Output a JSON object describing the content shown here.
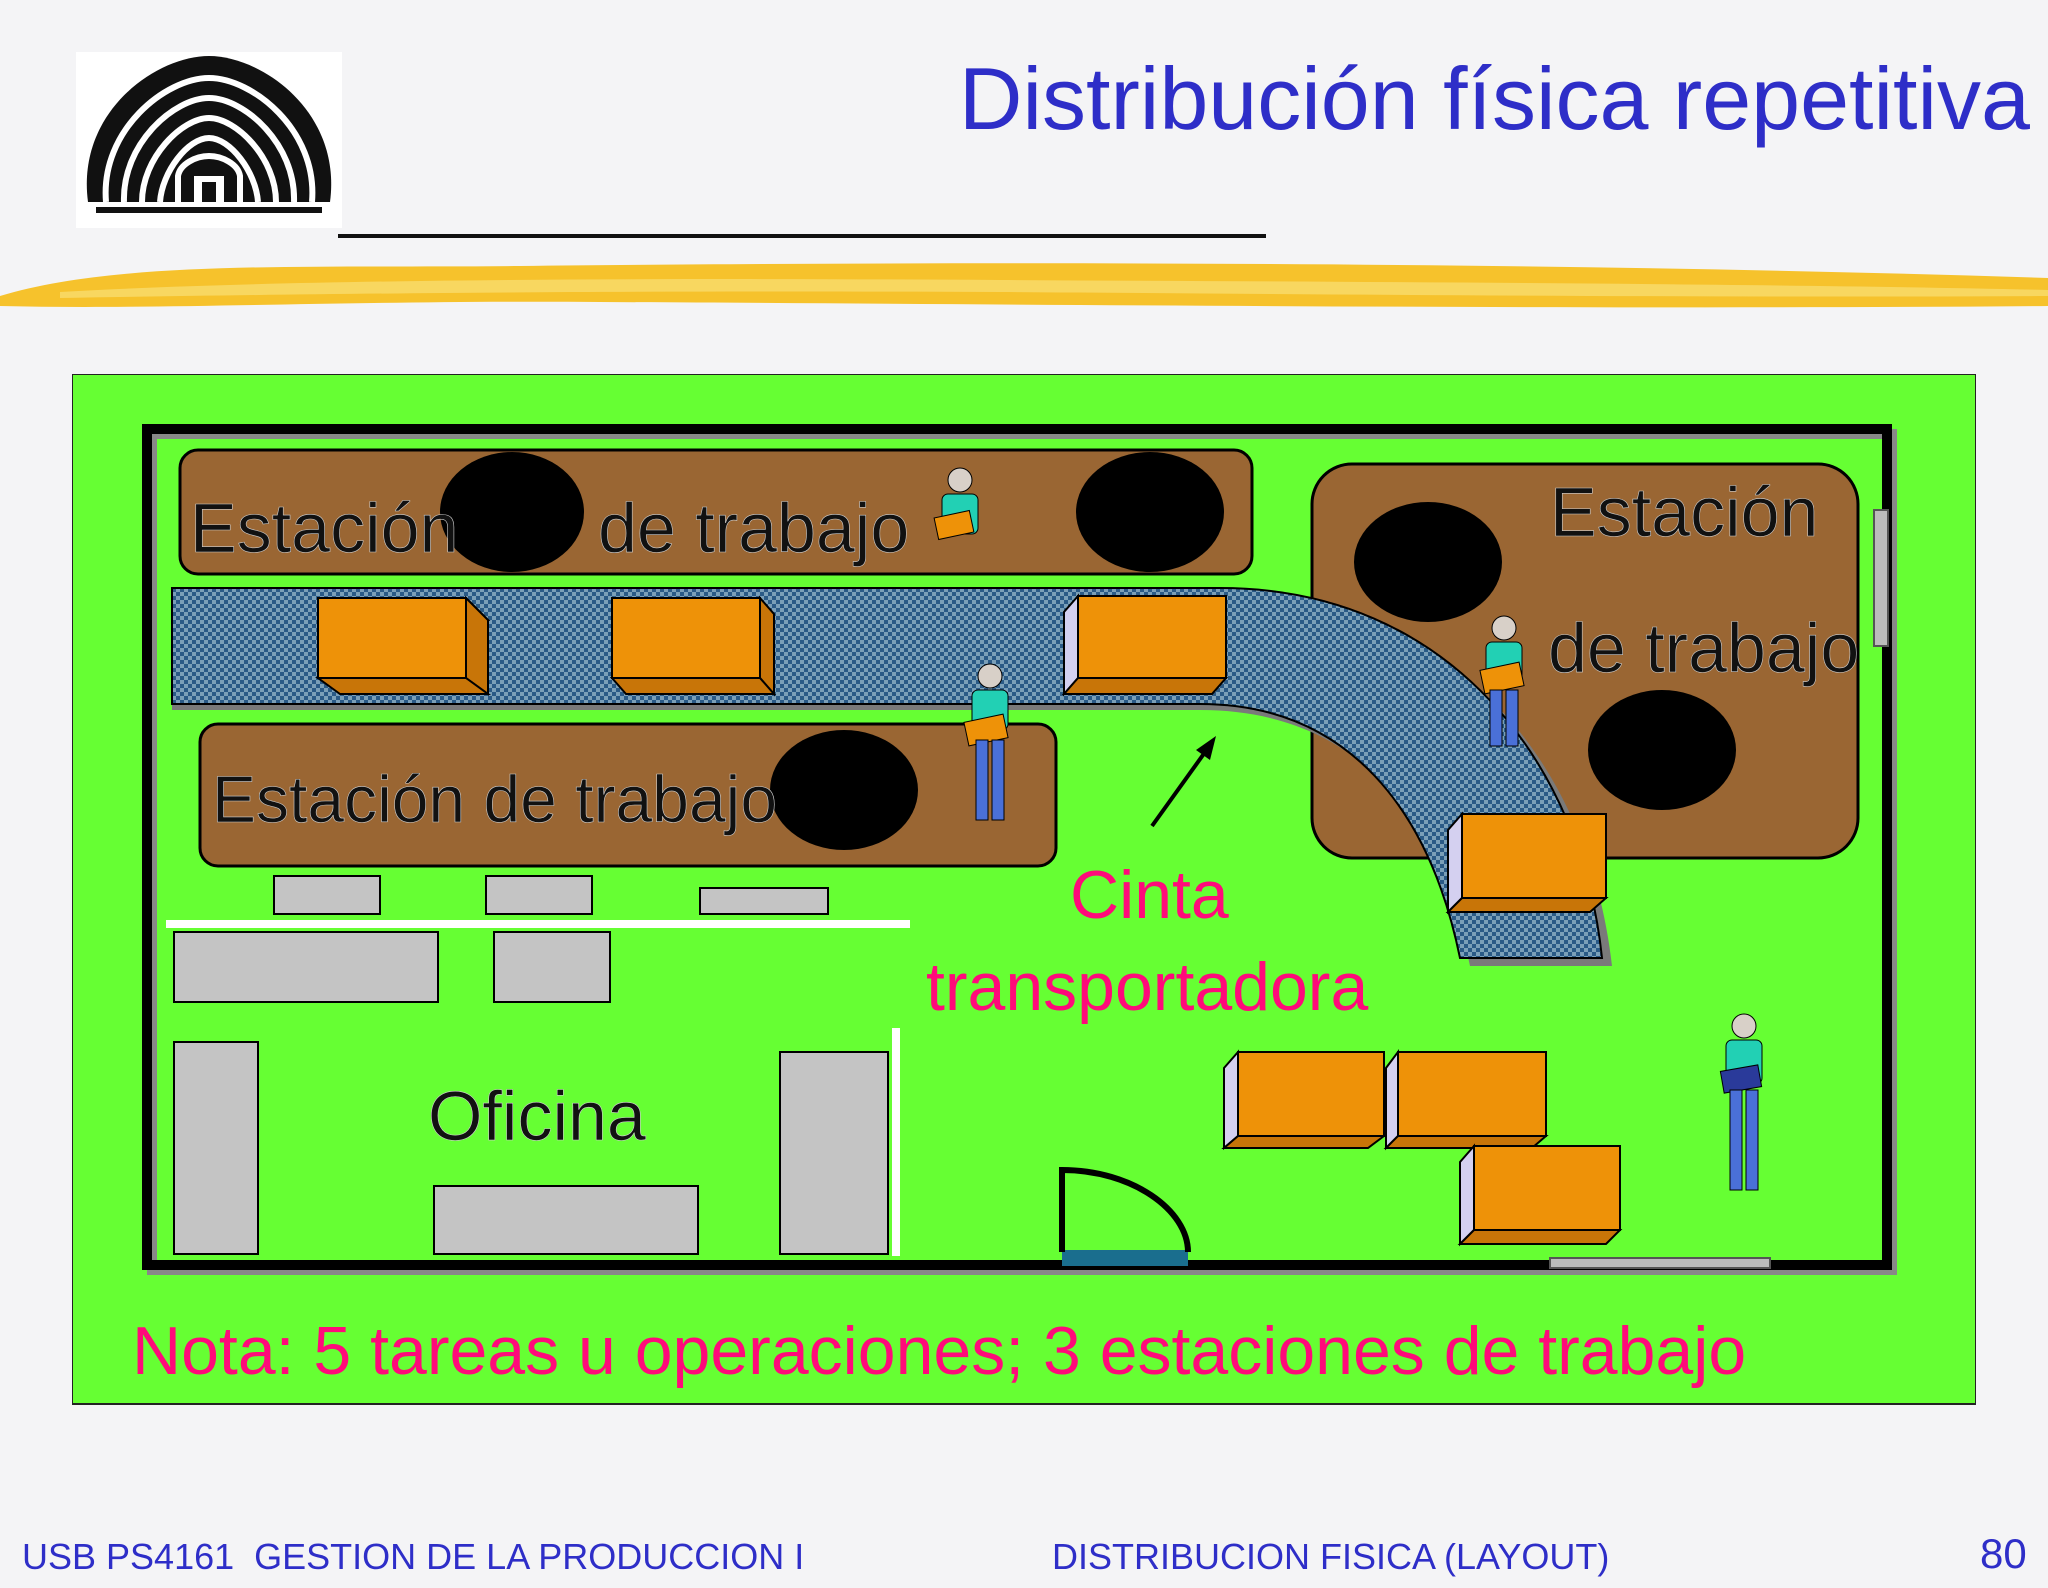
{
  "slide": {
    "title": "Distribución física repetitiva"
  },
  "diagram": {
    "labels": {
      "station_top_left_a": "Estación",
      "station_top_left_b": "de trabajo",
      "station_right_a": "Estación",
      "station_right_b": "de trabajo",
      "station_mid": "Estación de trabajo",
      "conveyor_a": "Cinta",
      "conveyor_b": "transportadora",
      "office": "Oficina",
      "note": "Nota: 5 tareas u operaciones; 3 estaciones de trabajo"
    },
    "colors": {
      "background": "#66ff33",
      "station": "#9a6633",
      "box": "#ee9208",
      "belt": "#7a9fb8",
      "label_accent": "#ff0a7a",
      "furniture": "#c4c4c4"
    }
  },
  "footer": {
    "course": "USB PS4161  GESTION DE LA PRODUCCION I",
    "topic": "DISTRIBUCION FISICA (LAYOUT)",
    "page": "80"
  }
}
